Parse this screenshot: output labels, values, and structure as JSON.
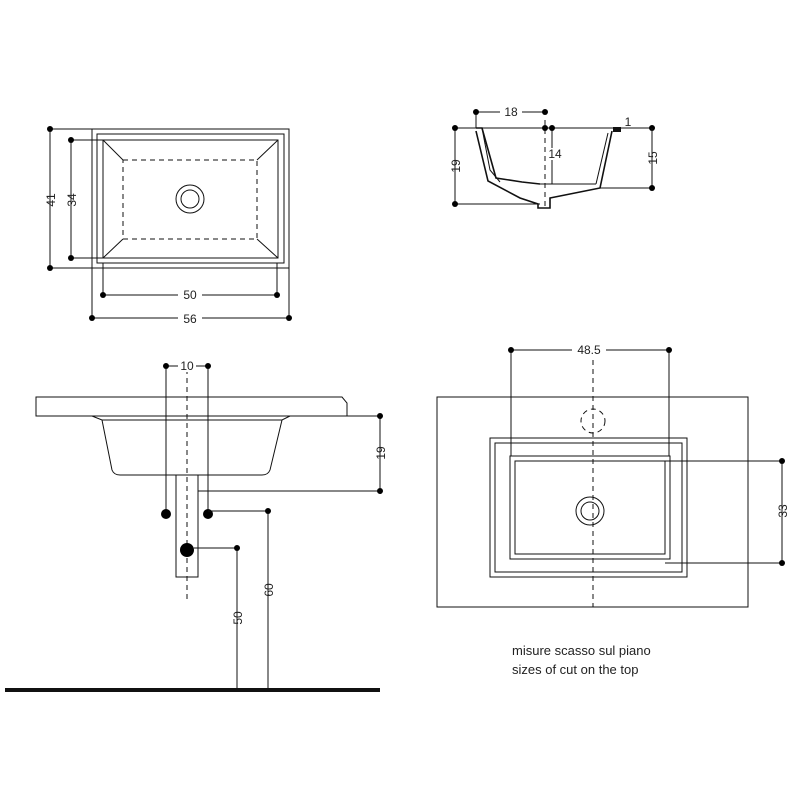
{
  "top_view": {
    "dim_height_outer": "41",
    "dim_height_inner": "34",
    "dim_width_inner": "50",
    "dim_width_outer": "56"
  },
  "section_view": {
    "dim_rim_width": "18",
    "dim_rim_thickness": "1",
    "dim_total_height": "19",
    "dim_bowl_depth": "14",
    "dim_inner_height": "15"
  },
  "side_view": {
    "dim_drain_spacing": "10",
    "dim_under_top": "19",
    "dim_trap_height": "50",
    "dim_supply_height": "60"
  },
  "cutout_view": {
    "dim_cut_width": "48.5",
    "dim_cut_height": "33",
    "note_it": "misure scasso sul piano",
    "note_en": "sizes of cut on the top"
  }
}
